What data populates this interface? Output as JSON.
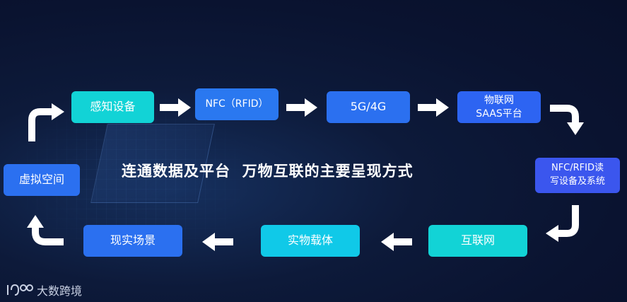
{
  "title": "连通数据及平台  万物互联的主要呈现方式",
  "nodes": {
    "perception": "感知设备",
    "nfc_rfid": "NFC（RFID）",
    "network_5g4g": "5G/4G",
    "iot_saas": "物联网\nSAAS平台",
    "reader_system": "NFC/RFID读\n写设备及系统",
    "internet": "互联网",
    "physical_carrier": "实物载体",
    "real_scene": "现实场景",
    "virtual_space": "虚拟空间"
  },
  "watermark": {
    "mark": "100",
    "text": "大数跨境"
  },
  "colors": {
    "cyan": "#12d3d6",
    "blue": "#2b70f0",
    "violet": "#3b56ee",
    "arrow": "#ffffff",
    "background": "#0a1330"
  }
}
